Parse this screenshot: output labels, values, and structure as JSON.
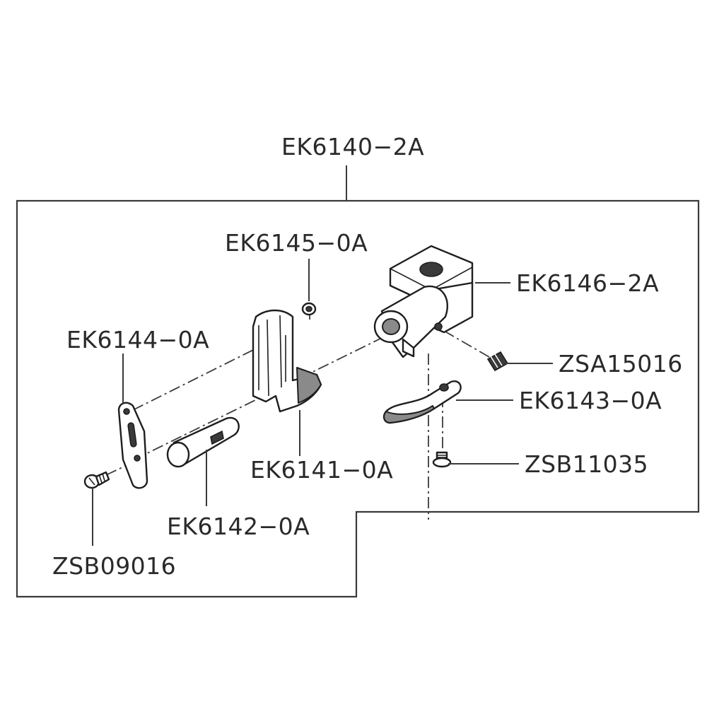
{
  "diagram": {
    "assembly_label": "EK6140−2A",
    "parts": [
      {
        "id": "ek6145",
        "label": "EK6145−0A"
      },
      {
        "id": "ek6146",
        "label": "EK6146−2A"
      },
      {
        "id": "ek6144",
        "label": "EK6144−0A"
      },
      {
        "id": "zsa15016",
        "label": "ZSA15016"
      },
      {
        "id": "ek6143",
        "label": "EK6143−0A"
      },
      {
        "id": "ek6141",
        "label": "EK6141−0A"
      },
      {
        "id": "zsb11035",
        "label": "ZSB11035"
      },
      {
        "id": "ek6142",
        "label": "EK6142−0A"
      },
      {
        "id": "zsb09016",
        "label": "ZSB09016"
      }
    ]
  }
}
